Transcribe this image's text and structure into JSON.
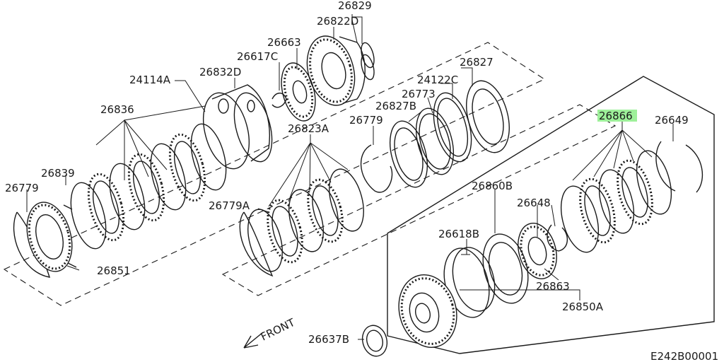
{
  "diagram": {
    "code": "E242B00001",
    "front_label": "FRONT",
    "highlight_color": "#9ef09a",
    "line_color": "#1a1a1a",
    "labels": {
      "p26829": "26829",
      "p26822D": "26822D",
      "p26663": "26663",
      "p26617C": "26617C",
      "p24114A": "24114A",
      "p26832D": "26832D",
      "p26827": "26827",
      "p24122C": "24122C",
      "p26773": "26773",
      "p26827B": "26827B",
      "p26836": "26836",
      "p26866": "26866",
      "p26649": "26649",
      "p26823A": "26823A",
      "p26779_top": "26779",
      "p26839": "26839",
      "p26779_left": "26779",
      "p26860B": "26860B",
      "p26648": "26648",
      "p26779A": "26779A",
      "p26618B": "26618B",
      "p26851": "26851",
      "p26863": "26863",
      "p26850A": "26850A",
      "p26637B": "26637B"
    }
  }
}
